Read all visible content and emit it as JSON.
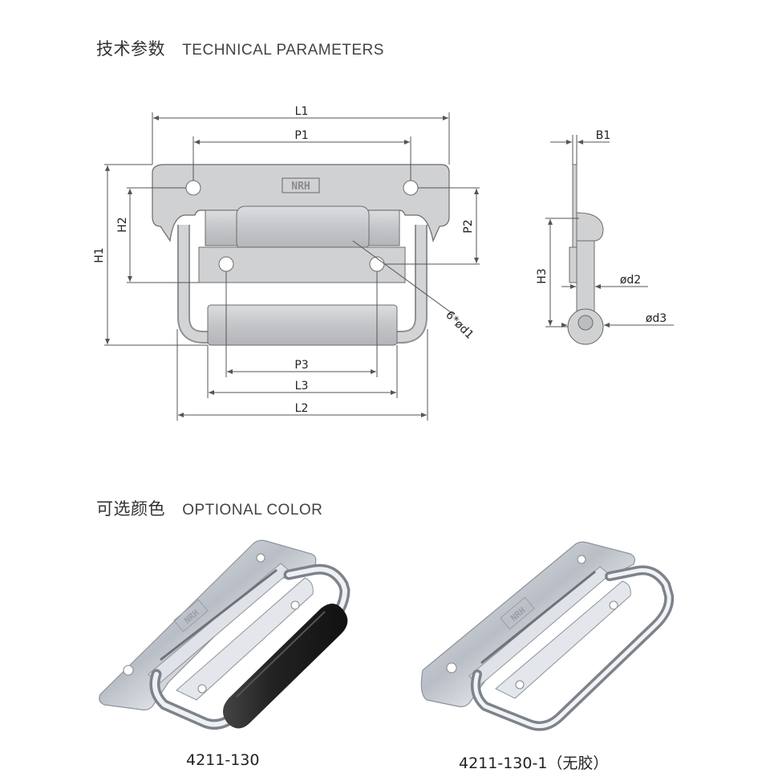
{
  "sections": {
    "technical": {
      "title_cn": "技术参数",
      "title_en": "TECHNICAL PARAMETERS"
    },
    "optional": {
      "title_cn": "可选颜色",
      "title_en": "OPTIONAL COLOR"
    }
  },
  "drawing": {
    "logo": "NRH",
    "dimensions": {
      "L1": "L1",
      "P1": "P1",
      "H1": "H1",
      "H2": "H2",
      "P2": "P2",
      "P3": "P3",
      "L3": "L3",
      "L2": "L2",
      "d1": "6*ød1",
      "B1": "B1",
      "H3": "H3",
      "d2": "ød2",
      "d3": "ød3"
    }
  },
  "products": [
    {
      "label": "4211-130",
      "logo": "NRH",
      "grip": "black"
    },
    {
      "label": "4211-130-1（无胶）",
      "logo": "NRH",
      "grip": "none"
    }
  ],
  "colors": {
    "plate_fill": "#cfd0d2",
    "plate_stroke": "#6b6b6b",
    "dim_line": "#555555",
    "grip_black": "#2a2a2a",
    "chrome": "#c8ccd2"
  }
}
